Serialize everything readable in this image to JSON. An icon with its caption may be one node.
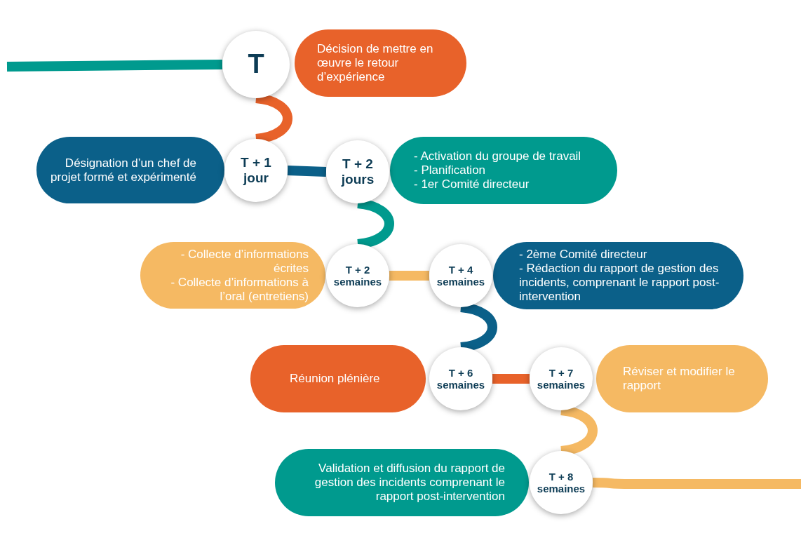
{
  "diagram": {
    "nodes": [
      {
        "text": [
          "T"
        ]
      },
      {
        "text": [
          "Décision de mettre en œuvre le retour d’expérience"
        ]
      },
      {
        "text": [
          "Désignation d’un chef de projet formé et expérimenté"
        ]
      },
      {
        "text": [
          "T + 1 jour"
        ]
      },
      {
        "text": [
          "T + 2 jours"
        ]
      },
      {
        "text": [
          "- Activation du groupe de travail",
          "- Planification",
          "- 1er Comité directeur"
        ]
      },
      {
        "text": [
          "- Collecte d’informations écrites",
          "- Collecte d’informations à l’oral (entretiens)"
        ]
      },
      {
        "text": [
          "T + 2 semaines"
        ]
      },
      {
        "text": [
          "T + 4 semaines"
        ]
      },
      {
        "text": [
          "- 2ème Comité directeur",
          "- Rédaction du rapport de gestion des incidents, comprenant le rapport post-intervention"
        ]
      },
      {
        "text": [
          "Réunion plénière"
        ]
      },
      {
        "text": [
          "T + 6 semaines"
        ]
      },
      {
        "text": [
          "T + 7 semaines"
        ]
      },
      {
        "text": [
          "Réviser et modifier le rapport"
        ]
      },
      {
        "text": [
          "Validation et diffusion du rapport de gestion des incidents comprenant le rapport post-intervention"
        ]
      },
      {
        "text": [
          "T + 8 semaines"
        ]
      }
    ],
    "edges": [
      {
        "from": null,
        "to": 0,
        "arrow": "none",
        "color": "#009a8e"
      },
      {
        "from": 0,
        "to": 3,
        "arrow": "none",
        "color": "#e8622a"
      },
      {
        "from": 3,
        "to": 4,
        "arrow": "none",
        "color": "#0b6089"
      },
      {
        "from": 4,
        "to": 7,
        "arrow": "none",
        "color": "#009a8e"
      },
      {
        "from": 7,
        "to": 8,
        "arrow": "none",
        "color": "#f5b963"
      },
      {
        "from": 8,
        "to": 11,
        "arrow": "none",
        "color": "#0b6089"
      },
      {
        "from": 11,
        "to": 12,
        "arrow": "none",
        "color": "#e8622a"
      },
      {
        "from": 12,
        "to": 15,
        "arrow": "none",
        "color": "#f5b963"
      },
      {
        "from": 15,
        "to": null,
        "arrow": "none",
        "color": "#f5b963"
      }
    ]
  }
}
